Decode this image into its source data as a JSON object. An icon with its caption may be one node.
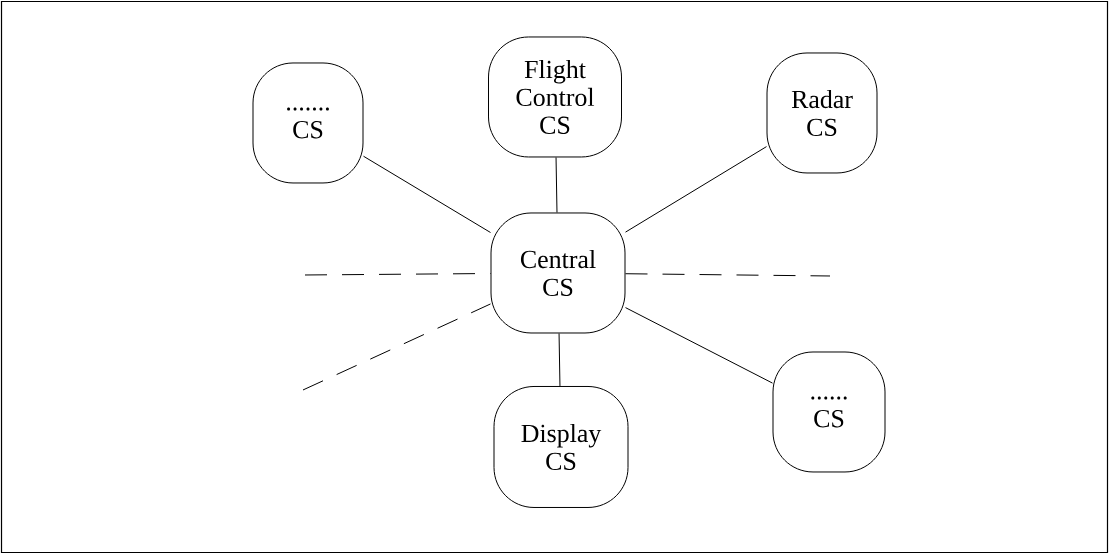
{
  "diagram": {
    "nodes": [
      {
        "text": [
          "....... CS"
        ]
      },
      {
        "text": [
          "Flight Control CS"
        ]
      },
      {
        "text": [
          "Radar CS"
        ]
      },
      {
        "text": [
          "Central CS"
        ]
      },
      {
        "text": [
          "Display CS"
        ]
      },
      {
        "text": [
          "...... CS"
        ]
      }
    ],
    "edges": [
      {
        "from": 0,
        "to": 3,
        "arrow": "none"
      },
      {
        "from": 1,
        "to": 3,
        "arrow": "none"
      },
      {
        "from": 2,
        "to": 3,
        "arrow": "none"
      },
      {
        "from": 3,
        "to": 4,
        "arrow": "none"
      },
      {
        "from": 3,
        "to": 5,
        "arrow": "none"
      },
      {
        "from": null,
        "to": 3,
        "arrow": "none",
        "style": "dashed"
      },
      {
        "from": 3,
        "to": null,
        "arrow": "none",
        "style": "dashed"
      },
      {
        "from": null,
        "to": 3,
        "arrow": "none",
        "style": "dashed"
      }
    ]
  }
}
